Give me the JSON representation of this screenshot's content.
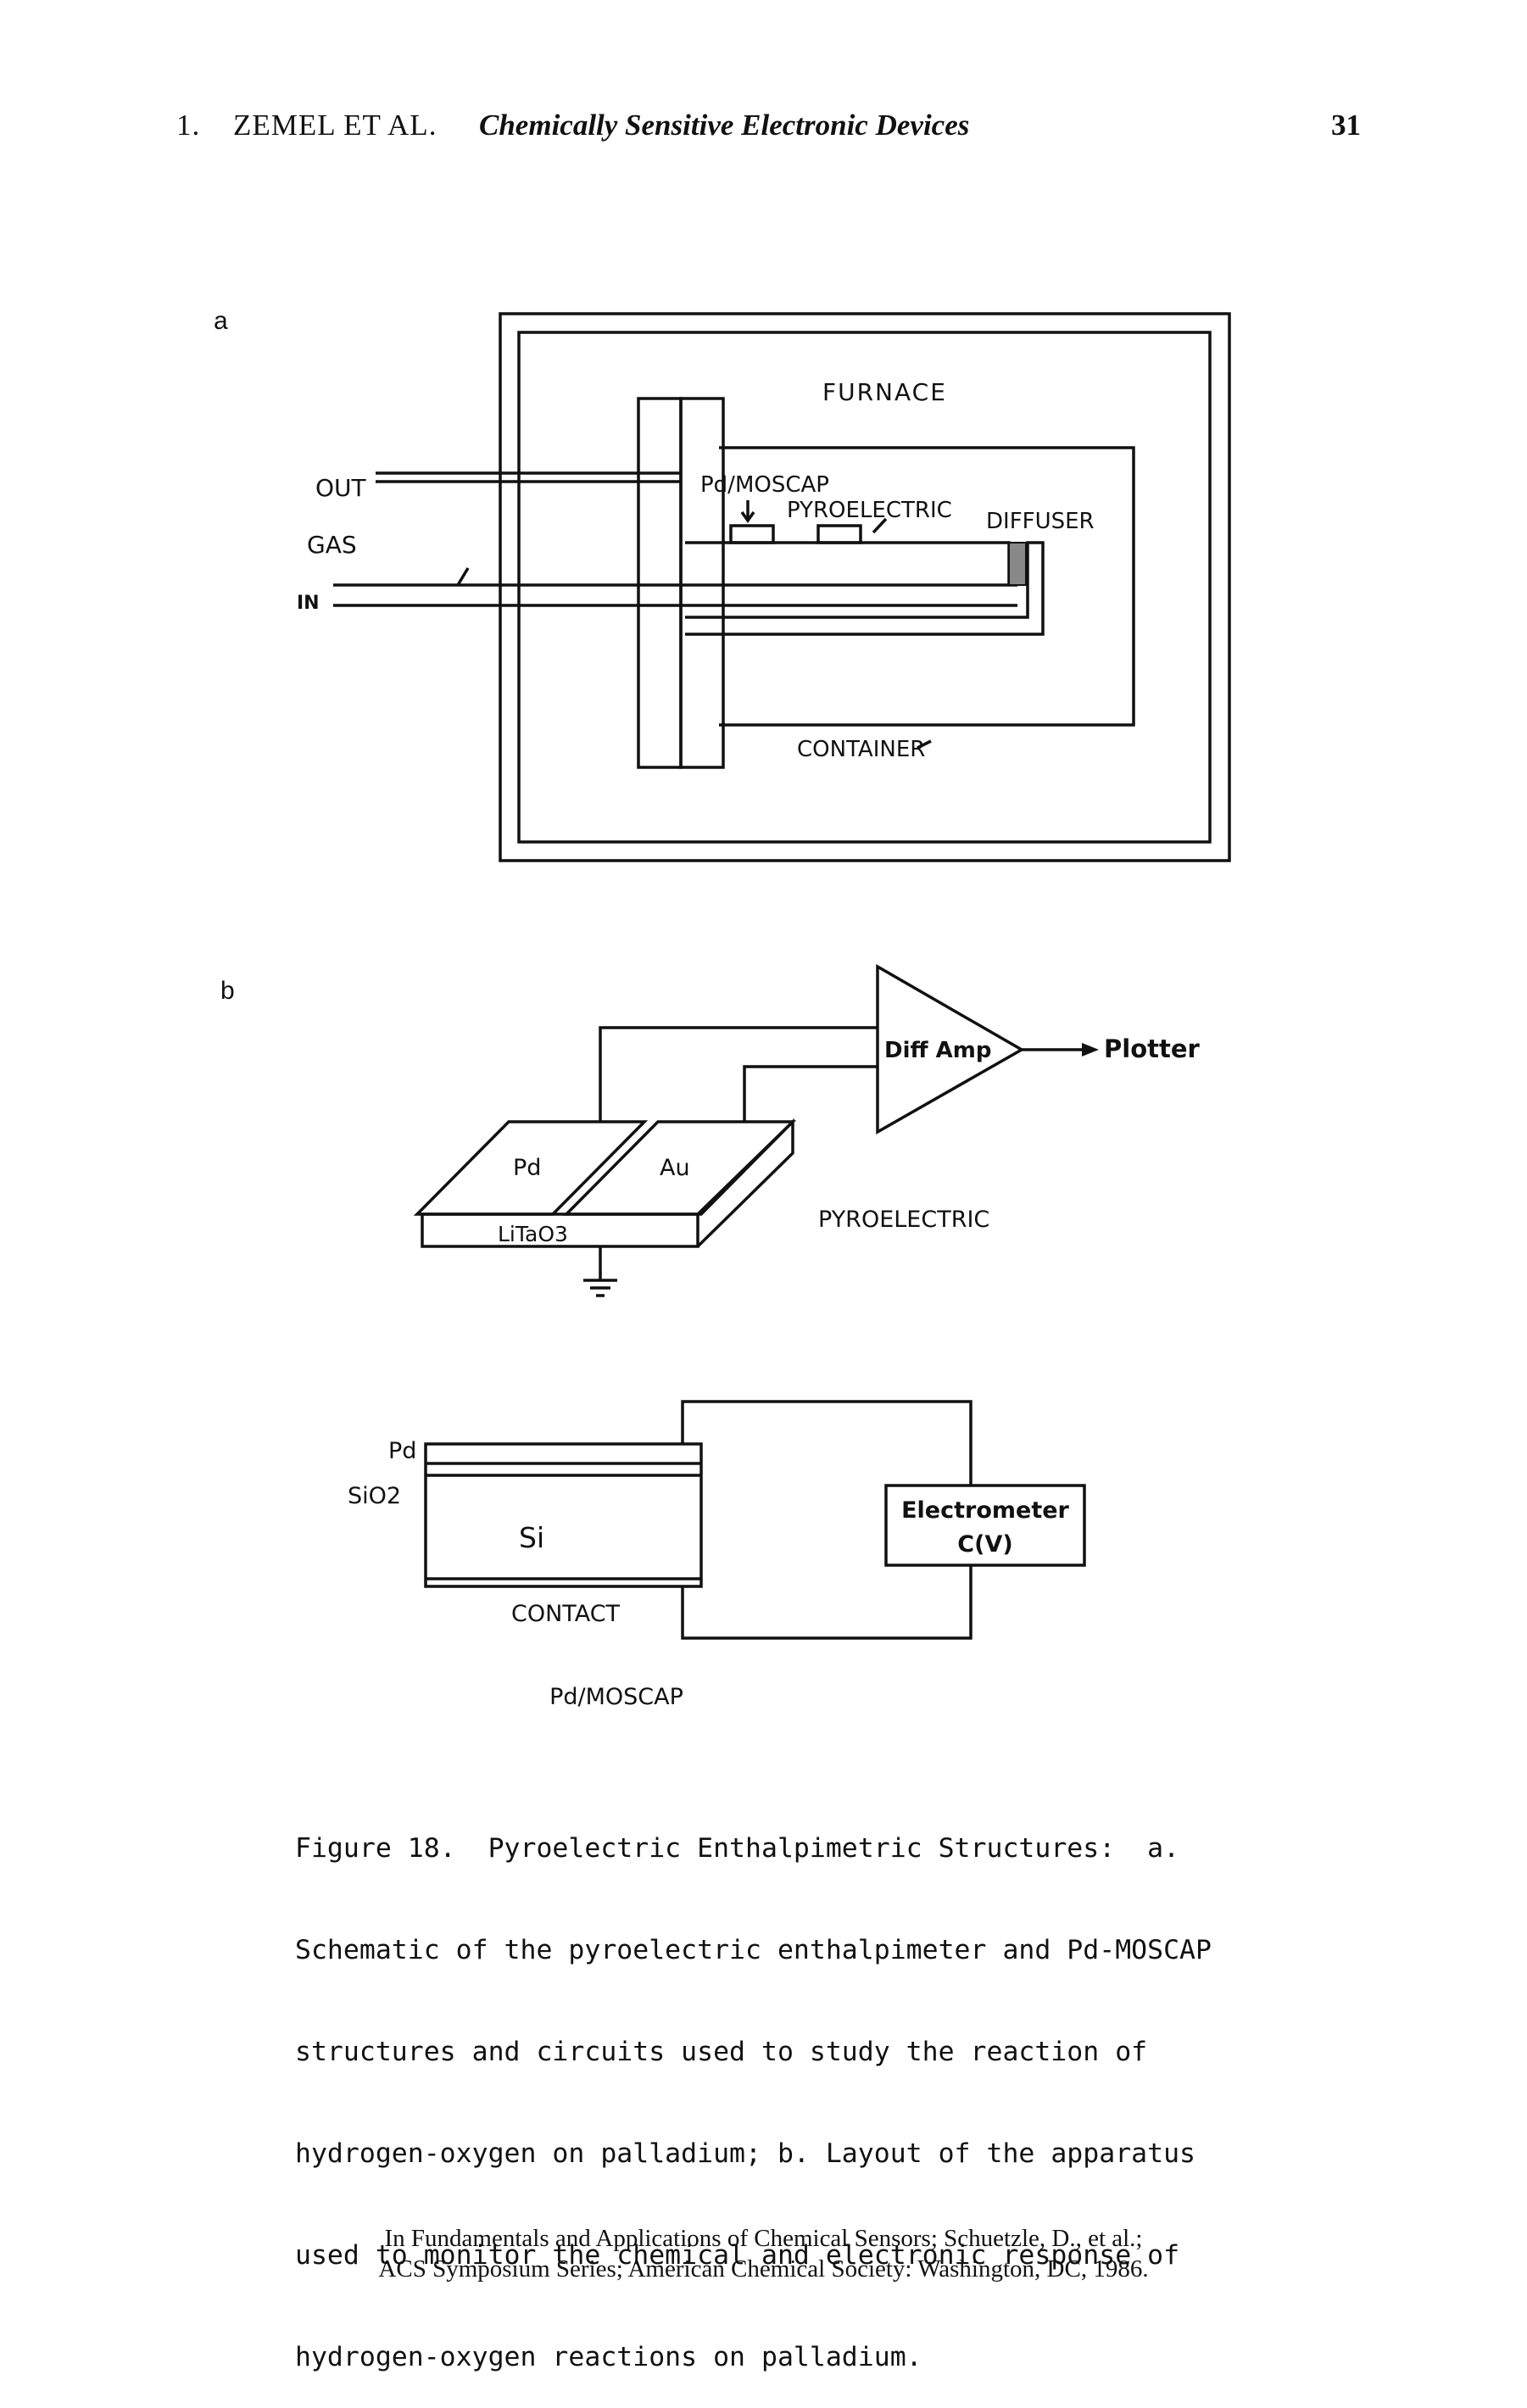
{
  "header": {
    "chapter": "1.",
    "authors": "ZEMEL ET AL.",
    "title": "Chemically Sensitive Electronic Devices",
    "page": "31"
  },
  "figure_a": {
    "panel_label": "a",
    "furnace": "FURNACE",
    "out": "OUT",
    "gas": "GAS",
    "in": "IN",
    "pd_moscap": "Pd/MOSCAP",
    "pyroelectric": "PYROELECTRIC",
    "diffuser": "DIFFUSER",
    "container": "CONTAINER"
  },
  "figure_b": {
    "panel_label": "b",
    "diff_amp": "Diff Amp",
    "plotter": "Plotter",
    "pd": "Pd",
    "au": "Au",
    "litao3": "LiTaO3",
    "pyroelectric": "PYROELECTRIC",
    "moscap_pd": "Pd",
    "sio2": "SiO2",
    "si": "Si",
    "contact": "CONTACT",
    "electrometer_1": "Electrometer",
    "electrometer_2": "C(V)",
    "moscap_title": "Pd/MOSCAP"
  },
  "caption": {
    "lines": [
      "Figure 18.  Pyroelectric Enthalpimetric Structures:  a.",
      "Schematic of the pyroelectric enthalpimeter and Pd-MOSCAP",
      "structures and circuits used to study the reaction of",
      "hydrogen-oxygen on palladium; b. Layout of the apparatus",
      "used to monitor the chemical and electronic response of",
      "hydrogen-oxygen reactions on palladium."
    ]
  },
  "footer": {
    "line1": "In Fundamentals and Applications of Chemical Sensors; Schuetzle, D., et al.;",
    "line2": "ACS Symposium Series; American Chemical Society: Washington, DC, 1986."
  }
}
